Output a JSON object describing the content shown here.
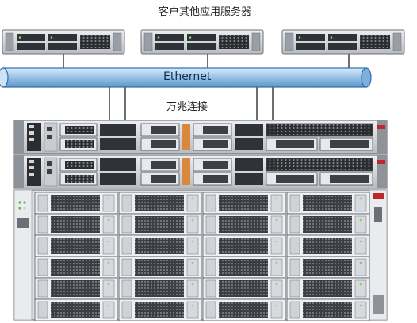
{
  "diagram": {
    "title": "客户其他应用服务器",
    "ethernet_label": "Ethernet",
    "link_label": "万兆连接"
  },
  "colors": {
    "ethernet_fill": "#9dc5e8",
    "ethernet_stroke": "#2f6ea8",
    "server_silver": "#d8dade",
    "server_dark": "#3a3d42",
    "oracle_red": "#c0272d",
    "cable": "#4a4a4a"
  }
}
